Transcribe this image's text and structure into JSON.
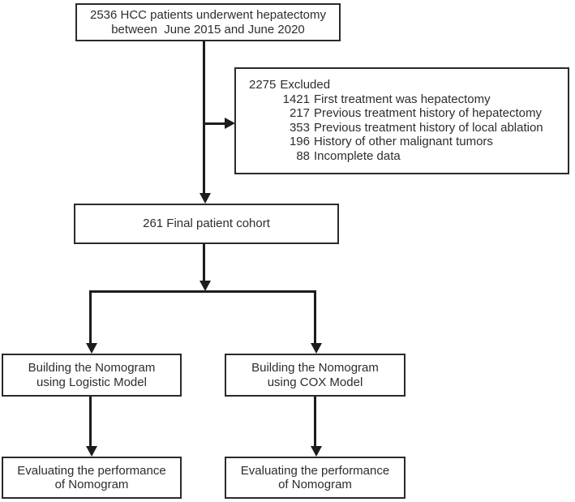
{
  "page": {
    "background_color": "#ffffff",
    "ink_color": "#1c1c1c",
    "text_color": "#2d2d2d"
  },
  "flowchart": {
    "top_box": {
      "line1": "2536 HCC patients underwent hepatectomy",
      "line2": "between  June 2015 and June 2020"
    },
    "excluded_box": {
      "count": "2275",
      "label": "Excluded",
      "items": [
        {
          "count": "1421",
          "label": "First treatment was hepatectomy"
        },
        {
          "count": "217",
          "label": "Previous treatment history of hepatectomy"
        },
        {
          "count": "353",
          "label": "Previous treatment history of local ablation"
        },
        {
          "count": "196",
          "label": "History of other malignant tumors"
        },
        {
          "count": "88",
          "label": "Incomplete data"
        }
      ]
    },
    "cohort_box": {
      "text": "261 Final patient cohort"
    },
    "building_logistic_box": {
      "line1": "Building the Nomogram",
      "line2": "using Logistic Model"
    },
    "building_cox_box": {
      "line1": "Building the Nomogram",
      "line2": "using COX Model"
    },
    "evaluating_left_box": {
      "line1": "Evaluating the performance",
      "line2": "of Nomogram"
    },
    "evaluating_right_box": {
      "line1": "Evaluating the performance",
      "line2": "of Nomogram"
    }
  }
}
